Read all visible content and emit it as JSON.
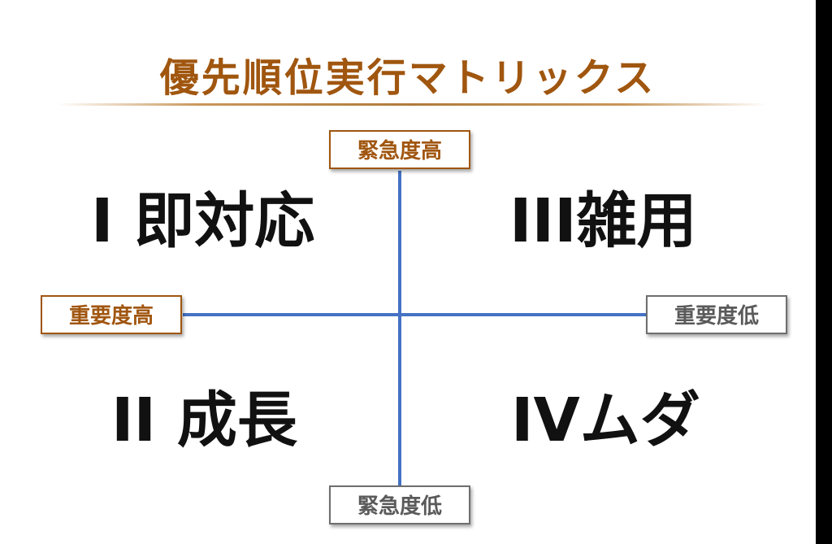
{
  "title": "優先順位実行マトリックス",
  "axis_labels": {
    "top": "緊急度高",
    "bottom": "緊急度低",
    "left": "重要度高",
    "right": "重要度低"
  },
  "quadrants": {
    "q1": "I 即対応",
    "q2": "II 成長",
    "q3": "III雑用",
    "q4": "IVムダ"
  },
  "colors": {
    "title": "#a0560f",
    "axis": "#4472c4",
    "high_tag_border": "#a0560f",
    "low_tag_border": "#6e6e6e"
  }
}
